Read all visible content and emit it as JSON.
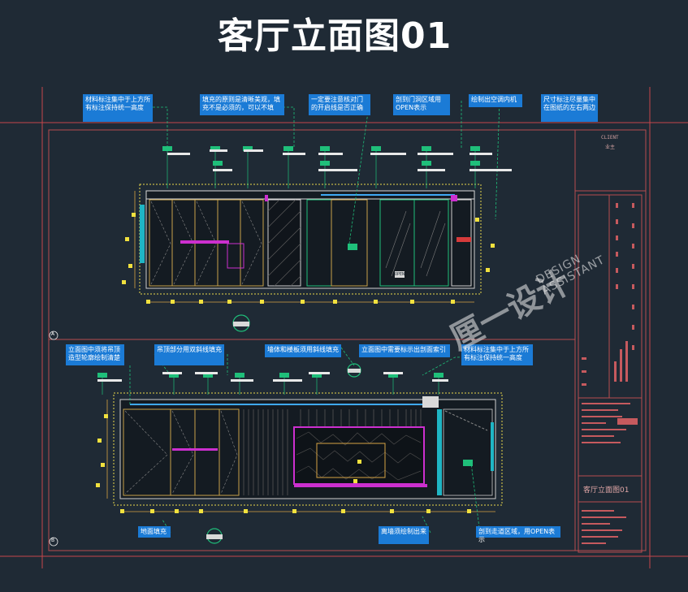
{
  "title": "客厅立面图01",
  "notes": [
    {
      "id": "n1",
      "text": "材料标注集中于上方所有标注保持统一高度"
    },
    {
      "id": "n2",
      "text": "填充的原则是清晰美观，填充不是必须的，可以不填"
    },
    {
      "id": "n3",
      "text": "一定要注意核对门的开启线是否正确"
    },
    {
      "id": "n4",
      "text": "剖到门洞区域用OPEN表示"
    },
    {
      "id": "n5",
      "text": "绘制出空调内机"
    },
    {
      "id": "n6",
      "text": "尺寸标注尽量集中在图纸的左右两边"
    },
    {
      "id": "n7",
      "text": "立面图中须将吊顶造型轮廓绘制清楚"
    },
    {
      "id": "n8",
      "text": "吊顶部分用双斜线填充"
    },
    {
      "id": "n9",
      "text": "墙体和楼板须用斜线填充"
    },
    {
      "id": "n10",
      "text": "立面图中需要标示出剖面索引"
    },
    {
      "id": "n11",
      "text": "材料标注集中于上方所有标注保持统一高度"
    },
    {
      "id": "n12",
      "text": "地面填充"
    },
    {
      "id": "n13",
      "text": "离墙须绘制出来"
    },
    {
      "id": "n14",
      "text": "剖到走道区域，用OPEN表示"
    }
  ],
  "title_block": {
    "client_label": "CLIENT",
    "client_name": "业主",
    "drawing_name": "客厅立面图01"
  },
  "section_markers": {
    "a": "A",
    "b": "B"
  },
  "open_label": "OPEN",
  "watermark": {
    "cn": "厘一设计",
    "en_line1": "DESIGN",
    "en_line2": "ASSISTANT"
  }
}
